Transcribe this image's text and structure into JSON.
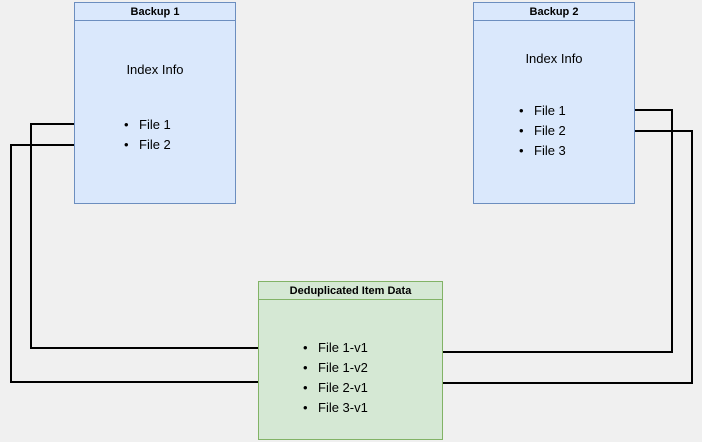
{
  "diagram": {
    "type": "backup-deduplication-diagram",
    "background_color": "#f0f0f0",
    "boxes": [
      {
        "id": "backup1",
        "title": "Backup 1",
        "section_label": "Index Info",
        "fill": "#dae8fc",
        "stroke": "#6c8ebf",
        "items": [
          "File 1",
          "File 2"
        ]
      },
      {
        "id": "backup2",
        "title": "Backup 2",
        "section_label": "Index Info",
        "fill": "#dae8fc",
        "stroke": "#6c8ebf",
        "items": [
          "File 1",
          "File 2",
          "File 3"
        ]
      },
      {
        "id": "dedup",
        "title": "Deduplicated Item Data",
        "fill": "#d5e8d4",
        "stroke": "#82b366",
        "items": [
          "File 1-v1",
          "File 1-v2",
          "File 2-v1",
          "File 3-v1"
        ]
      }
    ],
    "connector_color": "#000000"
  }
}
